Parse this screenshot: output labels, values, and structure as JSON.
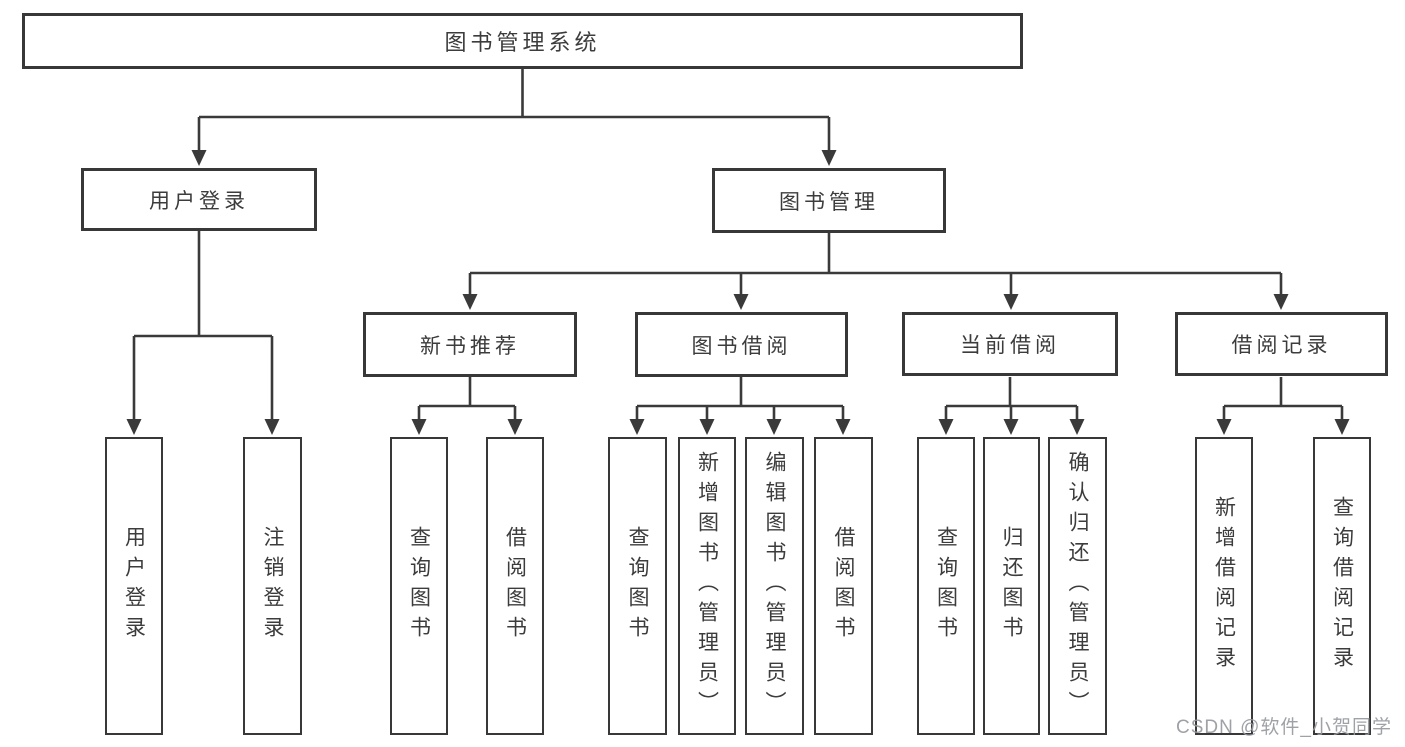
{
  "hierarchy": {
    "root": "图书管理系统",
    "level2": [
      {
        "label": "用户登录",
        "children": [
          {
            "label": "用户登录"
          },
          {
            "label": "注销登录"
          }
        ]
      },
      {
        "label": "图书管理",
        "children": [
          {
            "label": "新书推荐",
            "children": [
              {
                "label": "查询图书"
              },
              {
                "label": "借阅图书"
              }
            ]
          },
          {
            "label": "图书借阅",
            "children": [
              {
                "label": "查询图书"
              },
              {
                "label": "新增图书（管理员）"
              },
              {
                "label": "编辑图书（管理员）"
              },
              {
                "label": "借阅图书"
              }
            ]
          },
          {
            "label": "当前借阅",
            "children": [
              {
                "label": "查询图书"
              },
              {
                "label": "归还图书"
              },
              {
                "label": "确认归还（管理员）"
              }
            ]
          },
          {
            "label": "借阅记录",
            "children": [
              {
                "label": "新增借阅记录"
              },
              {
                "label": "查询借阅记录"
              }
            ]
          }
        ]
      }
    ]
  },
  "watermark": "CSDN @软件_小贺同学",
  "colors": {
    "line": "#3a3a3a",
    "border": "#383838",
    "text": "#3c3c3c",
    "watermark": "#969aa0",
    "background": "#ffffff"
  }
}
